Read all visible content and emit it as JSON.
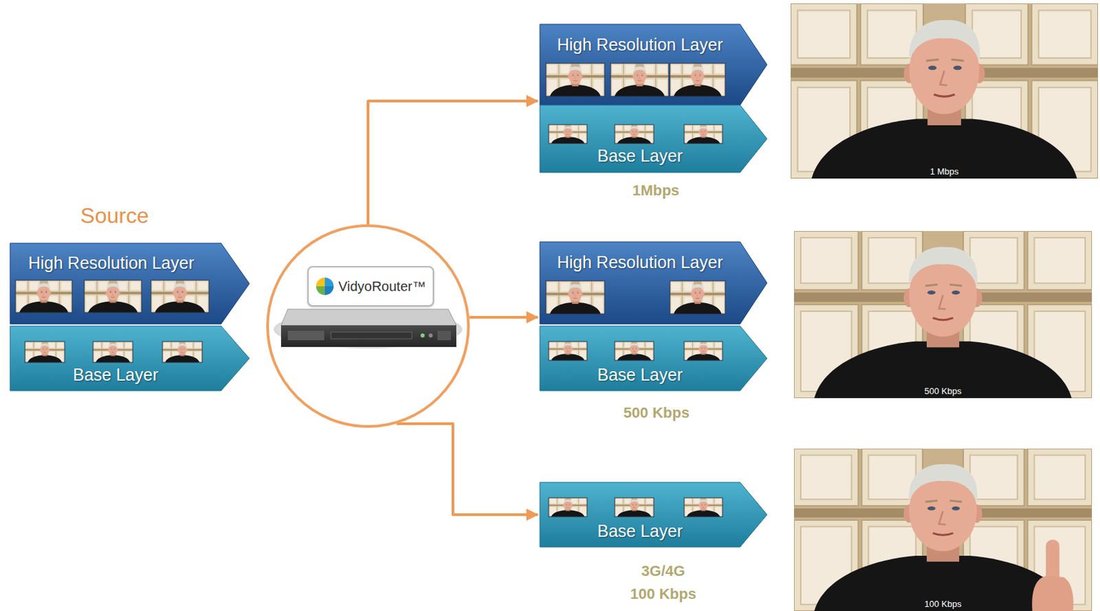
{
  "diagram": {
    "nodes": [
      {
        "text": [
          "High Resolution Layer"
        ]
      },
      {
        "text": [
          "Base Layer"
        ]
      },
      {
        "text": [
          "VidyoRouter™"
        ]
      },
      {
        "text": [
          "High Resolution Layer"
        ]
      },
      {
        "text": [
          "Base Layer"
        ]
      },
      {
        "text": [
          "1 Mbps"
        ]
      },
      {
        "text": [
          "High Resolution Layer"
        ]
      },
      {
        "text": [
          "Base Layer"
        ]
      },
      {
        "text": [
          "500 Kbps"
        ]
      },
      {
        "text": [
          "Base Layer"
        ]
      },
      {
        "text": [
          "100 Kbps"
        ]
      }
    ],
    "edges": [
      {
        "from": 2,
        "to": 3,
        "arrow": "to"
      },
      {
        "from": 2,
        "to": 6,
        "arrow": "to"
      },
      {
        "from": 2,
        "to": 9,
        "arrow": "to"
      }
    ],
    "labels": [
      "Source",
      "1Mbps",
      "500 Kbps",
      "3G/4G",
      "100 Kbps"
    ]
  }
}
